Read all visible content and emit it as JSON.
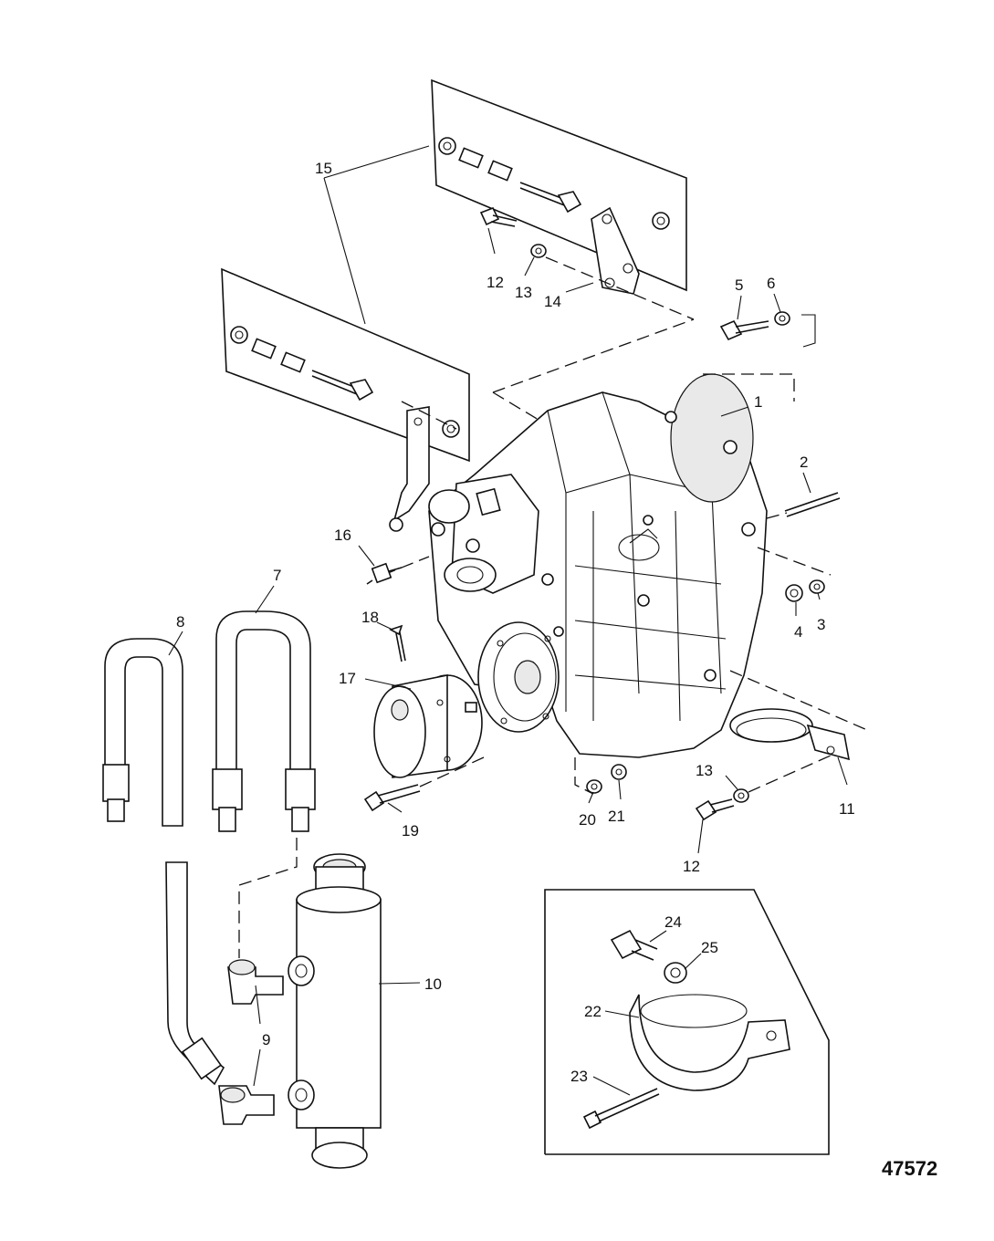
{
  "diagram": {
    "figure_number": "47572",
    "callouts": {
      "c1": "1",
      "c2": "2",
      "c3": "3",
      "c4": "4",
      "c5": "5",
      "c6": "6",
      "c7": "7",
      "c8": "8",
      "c9": "9",
      "c10": "10",
      "c11": "11",
      "c12a": "12",
      "c12b": "12",
      "c13a": "13",
      "c13b": "13",
      "c14": "14",
      "c15": "15",
      "c16": "16",
      "c17": "17",
      "c18": "18",
      "c19": "19",
      "c20": "20",
      "c21": "21",
      "c22": "22",
      "c23": "23",
      "c24": "24",
      "c25": "25"
    }
  }
}
